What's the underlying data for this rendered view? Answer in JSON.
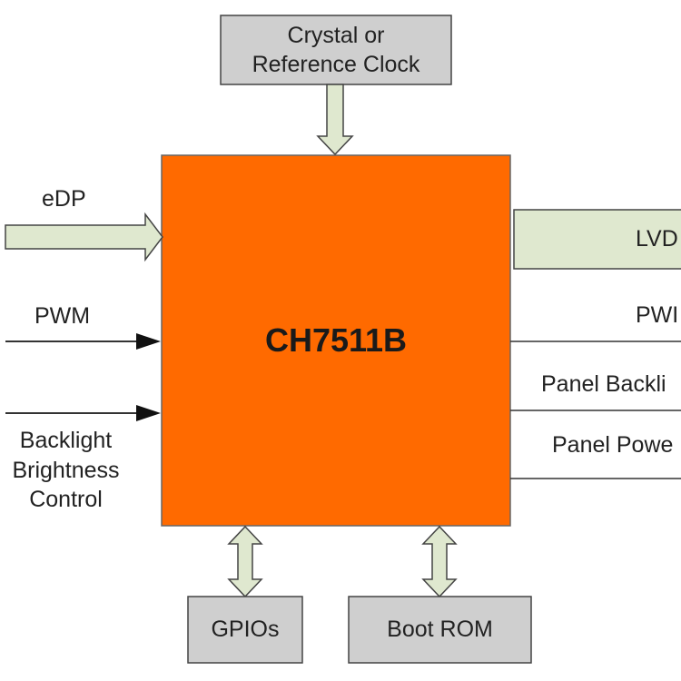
{
  "colors": {
    "chip_fill": "#ff6a00",
    "box_fill": "#cfcfcf",
    "arrow_fill": "#dfe8cf",
    "line": "#333333"
  },
  "chip": {
    "label": "CH7511B"
  },
  "top_box": {
    "label": "Crystal or\nReference Clock"
  },
  "bottom_boxes": {
    "gpio": "GPIOs",
    "boot_rom": "Boot ROM"
  },
  "left_inputs": {
    "edp": "eDP",
    "pwm": "PWM",
    "backlight": "Backlight\nBrightness\nControl"
  },
  "right_outputs": {
    "lvds": "LVD",
    "pwm": "PWI",
    "panel_backlight": "Panel Backli",
    "panel_power": "Panel Powe"
  }
}
